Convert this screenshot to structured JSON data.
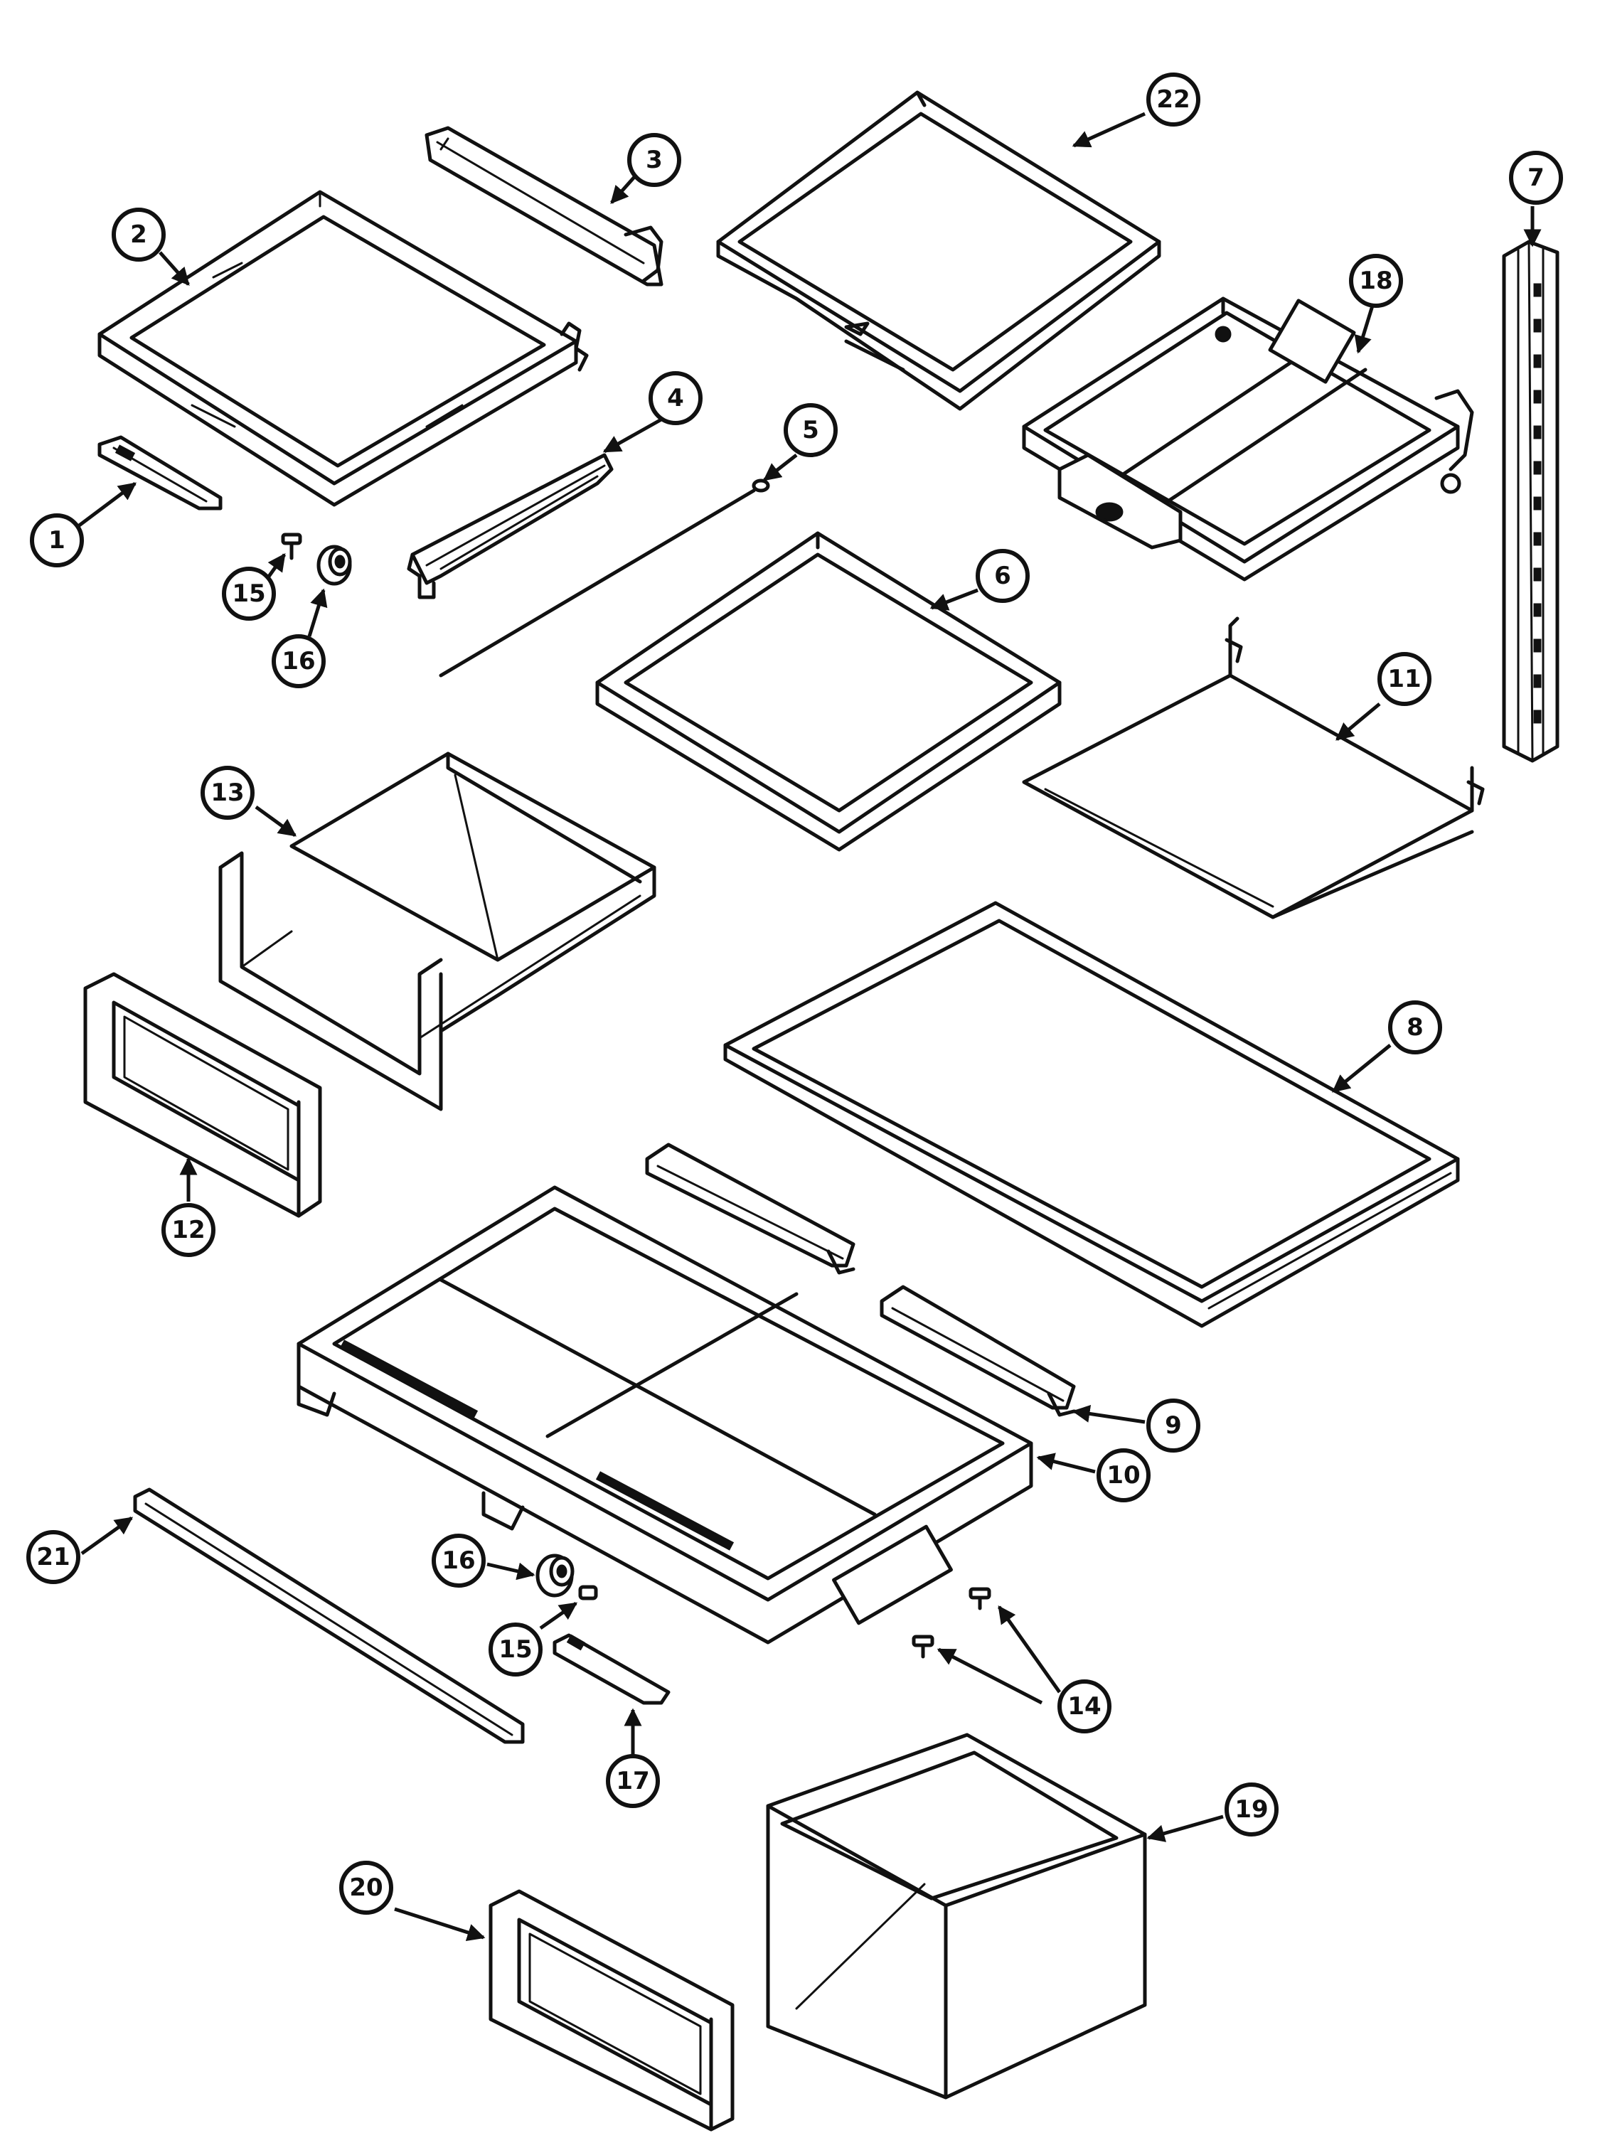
{
  "callouts": [
    {
      "id": "c1",
      "label": "1"
    },
    {
      "id": "c2",
      "label": "2"
    },
    {
      "id": "c3",
      "label": "3"
    },
    {
      "id": "c4",
      "label": "4"
    },
    {
      "id": "c5",
      "label": "5"
    },
    {
      "id": "c6",
      "label": "6"
    },
    {
      "id": "c7",
      "label": "7"
    },
    {
      "id": "c8",
      "label": "8"
    },
    {
      "id": "c9",
      "label": "9"
    },
    {
      "id": "c10",
      "label": "10"
    },
    {
      "id": "c11",
      "label": "11"
    },
    {
      "id": "c12",
      "label": "12"
    },
    {
      "id": "c13",
      "label": "13"
    },
    {
      "id": "c14",
      "label": "14"
    },
    {
      "id": "c15a",
      "label": "15"
    },
    {
      "id": "c15b",
      "label": "15"
    },
    {
      "id": "c16a",
      "label": "16"
    },
    {
      "id": "c16b",
      "label": "16"
    },
    {
      "id": "c17",
      "label": "17"
    },
    {
      "id": "c18",
      "label": "18"
    },
    {
      "id": "c19",
      "label": "19"
    },
    {
      "id": "c20",
      "label": "20"
    },
    {
      "id": "c21",
      "label": "21"
    },
    {
      "id": "c22",
      "label": "22"
    }
  ],
  "colors": {
    "ink": "#111111",
    "paper": "#ffffff"
  }
}
